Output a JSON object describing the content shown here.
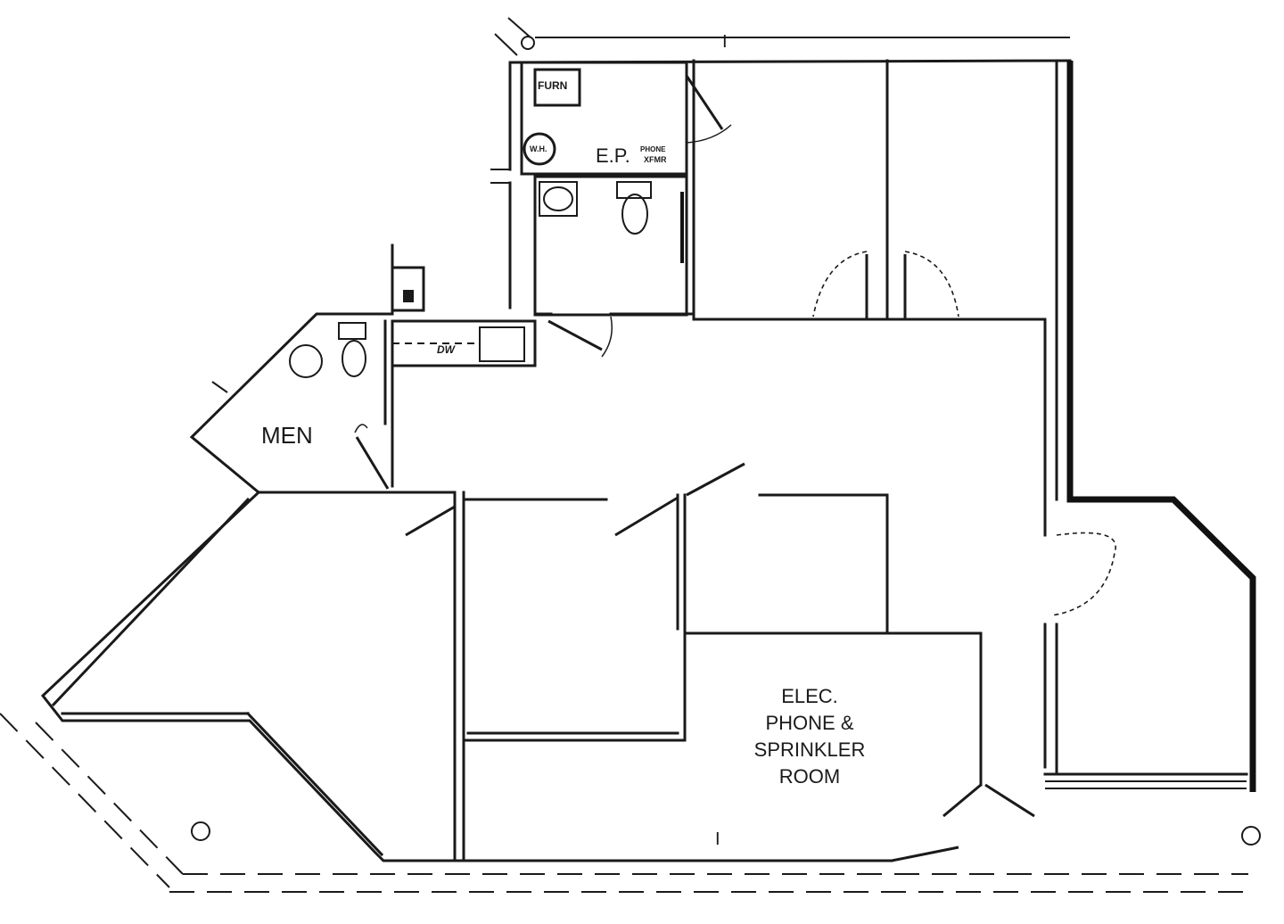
{
  "floor_plan": {
    "labels": {
      "furn": "FURN",
      "water_heater": "W.H.",
      "ep": "E.P.",
      "phone_xfmr_1": "PHONE",
      "phone_xfmr_2": "XFMR",
      "dishwasher": "DW",
      "men": "MEN",
      "elec_1": "ELEC.",
      "elec_2": "PHONE &",
      "elec_3": "SPRINKLER",
      "elec_4": "ROOM",
      "beam_top": "I",
      "beam_bottom": "I"
    },
    "colors": {
      "line": "#1a1a1a",
      "background": "#ffffff"
    }
  }
}
